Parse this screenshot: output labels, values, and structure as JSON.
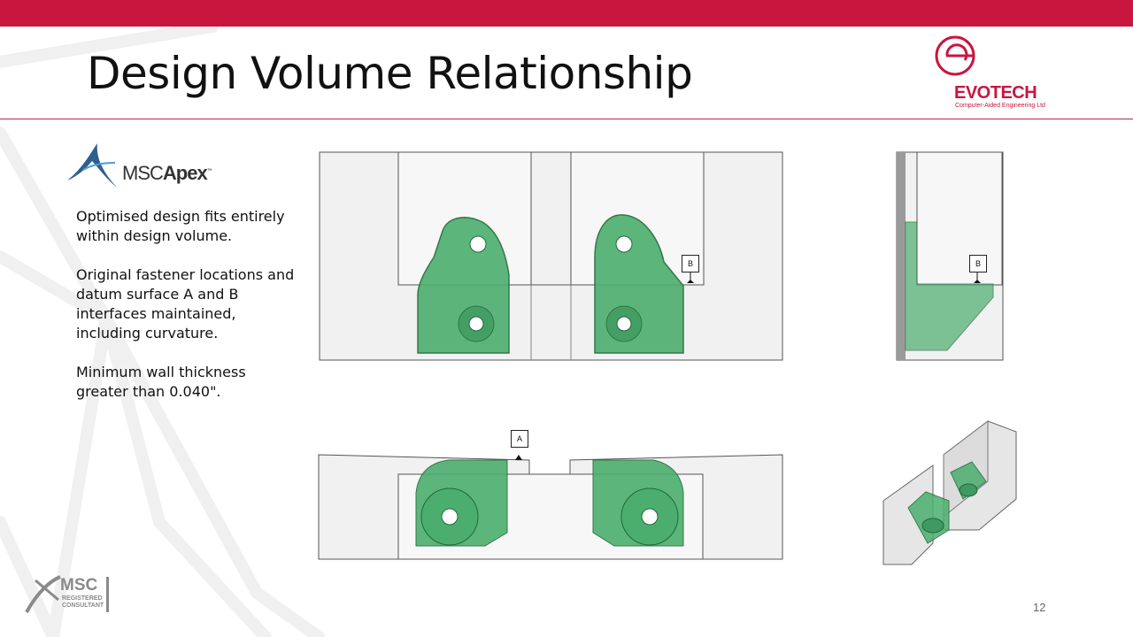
{
  "slide": {
    "title": "Design Volume Relationship",
    "page_number": "12"
  },
  "branding": {
    "company_name": "EVOTECH",
    "company_tagline": "Computer-Aided Engineering Ltd",
    "product_prefix": "MSC",
    "product_name": "Apex",
    "product_tm": "™",
    "registered_line1": "MSC",
    "registered_line2": "REGISTERED",
    "registered_line3": "CONSULTANT",
    "accent_color": "#c8163f"
  },
  "notes": [
    "Optimised design fits entirely within design volume.",
    "Original fastener locations and datum surface A and B interfaces maintained, including curvature.",
    "Minimum wall thickness greater than 0.040\"."
  ],
  "labels": {
    "datum_a": "A",
    "datum_b_front": "B",
    "datum_b_side": "B"
  }
}
